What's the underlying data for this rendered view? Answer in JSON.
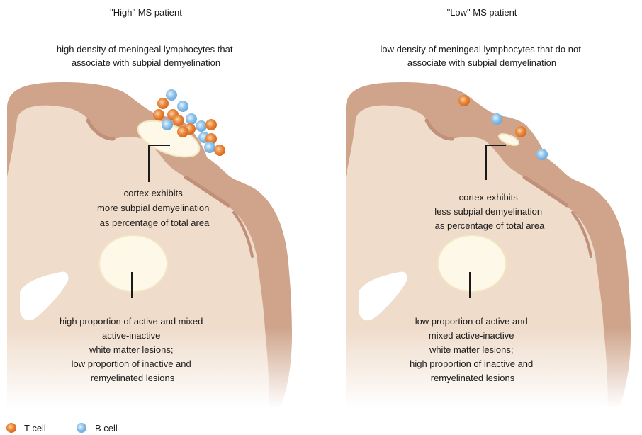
{
  "panels": [
    {
      "title": "\"High\" MS patient",
      "subtitle_lines": [
        "high density of meningeal lymphocytes that",
        "associate with  subpial demyelination"
      ],
      "cortex_lines": [
        "cortex exhibits",
        "more subpial demyelination",
        "as percentage of total area"
      ],
      "lesion_lines": [
        "high proportion of active and mixed",
        "active-inactive",
        "white matter lesions;",
        "low proportion of inactive and",
        "remyelinated lesions"
      ]
    },
    {
      "title": "\"Low\" MS patient",
      "subtitle_lines": [
        "low density of meningeal lymphocytes that do not",
        "associate with  subpial demyelination"
      ],
      "cortex_lines": [
        "cortex exhibits",
        "less subpial demyelination",
        "as percentage  of total area"
      ],
      "lesion_lines": [
        "low proportion of active and",
        "mixed active-inactive",
        "white matter lesions;",
        "high proportion of inactive and",
        "remyelinated lesions"
      ]
    }
  ],
  "legend": [
    {
      "label": "T cell",
      "color": "#e9873a"
    },
    {
      "label": "B cell",
      "color": "#8fc3ea"
    }
  ],
  "colors": {
    "grey_matter": "#cfa48a",
    "white_matter": "#efdccb",
    "lesion_fill": "#fdf8e7",
    "t_cell": "#e9873a",
    "b_cell": "#8fc3ea"
  }
}
